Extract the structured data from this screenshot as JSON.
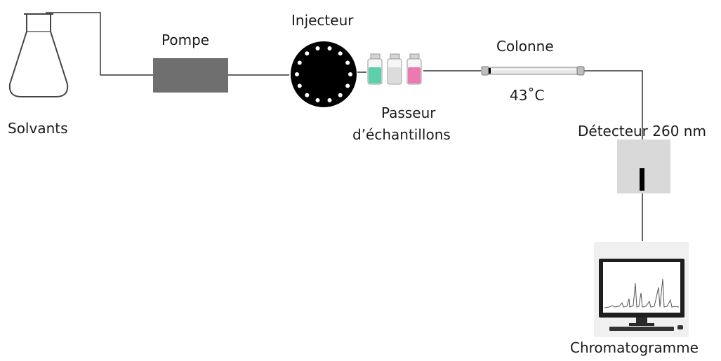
{
  "labels": {
    "solvants": "Solvants",
    "pompe": "Pompe",
    "injecteur": "Injecteur",
    "passeur_line1": "Passeur",
    "passeur_line2": "d’échantillons",
    "colonne": "Colonne",
    "temperature": "43˚C",
    "detecteur": "Détecteur 260 nm",
    "chromatogramme": "Chromatogramme"
  },
  "colors": {
    "line": "#333333",
    "pump": "#6f6f6f",
    "injector": "#000000",
    "vial_green": "#4fc3a1",
    "vial_clear": "#cfcfcf",
    "vial_pink": "#e86aa6",
    "detector": "#d9d9d9",
    "column": "#e6e6e6"
  }
}
